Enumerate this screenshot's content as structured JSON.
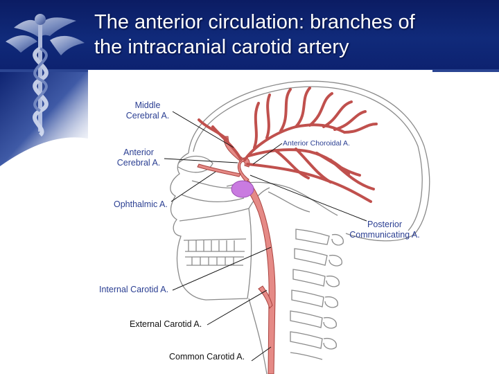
{
  "slide": {
    "title_line1": "The anterior circulation: branches of",
    "title_line2": "the intracranial carotid artery",
    "logo_icon": "caduceus-icon"
  },
  "diagram": {
    "colors": {
      "artery": "#e58a86",
      "artery_outline": "#a8423e",
      "pituitary": "#c97be0",
      "line_art": "#8a8a8a",
      "label": "#2a3e92",
      "banner": "#0a1a5c"
    },
    "labels": {
      "middle_cerebral_1": "Middle",
      "middle_cerebral_2": "Cerebral A.",
      "anterior_choroidal": "Anterior Choroidal A.",
      "anterior_cerebral_1": "Anterior",
      "anterior_cerebral_2": "Cerebral A.",
      "ophthalmic": "Ophthalmic A.",
      "posterior_communicating_1": "Posterior",
      "posterior_communicating_2": "Communicating A.",
      "internal_carotid": "Internal Carotid A.",
      "external_carotid": "External Carotid A.",
      "common_carotid": "Common Carotid A."
    }
  }
}
